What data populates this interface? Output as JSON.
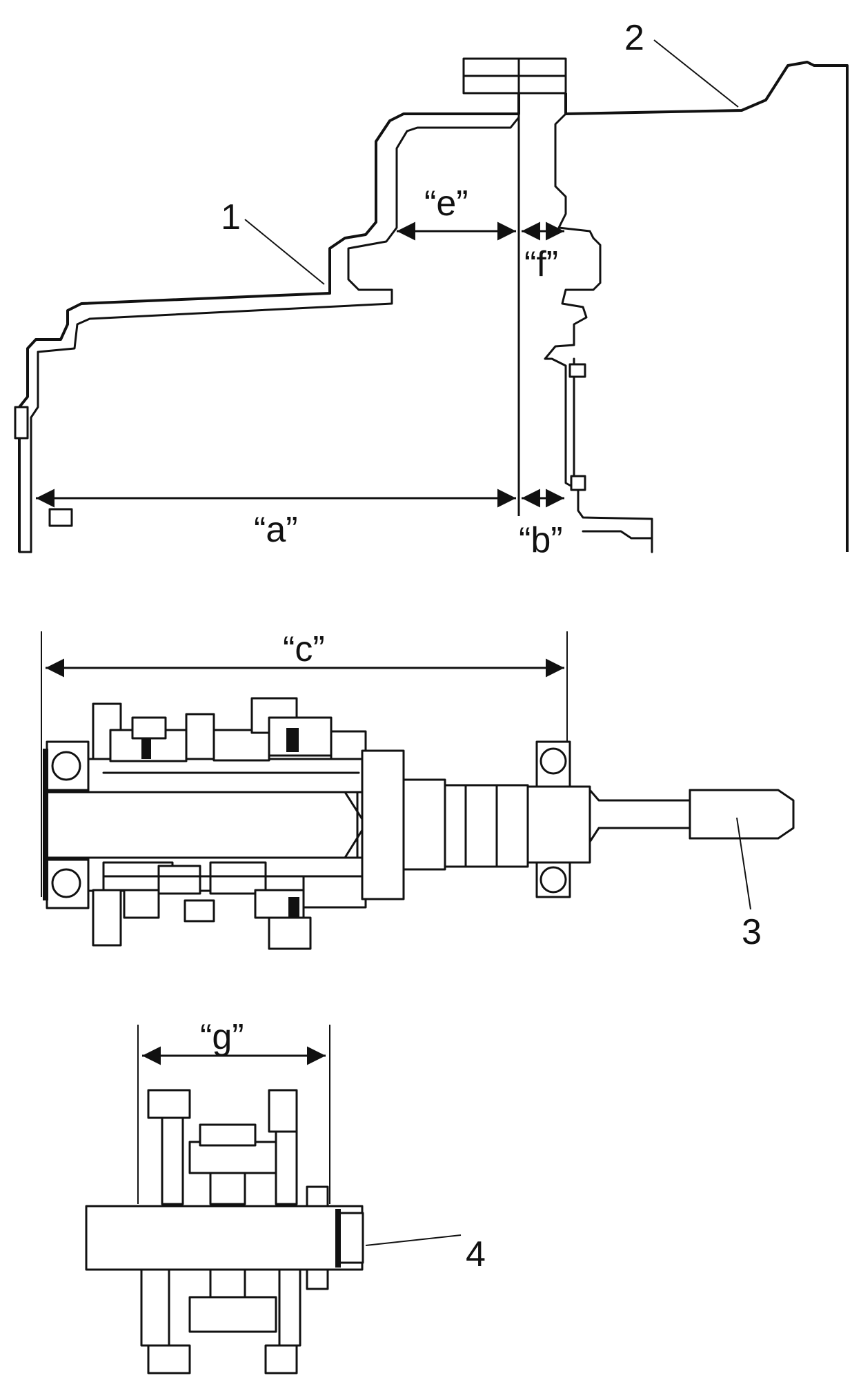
{
  "labels": {
    "a": "“a”",
    "b": "“b”",
    "c": "“c”",
    "e": "“e”",
    "f": "“f”",
    "g": "“g”"
  },
  "callouts": {
    "n1": "1",
    "n2": "2",
    "n3": "3",
    "n4": "4"
  }
}
